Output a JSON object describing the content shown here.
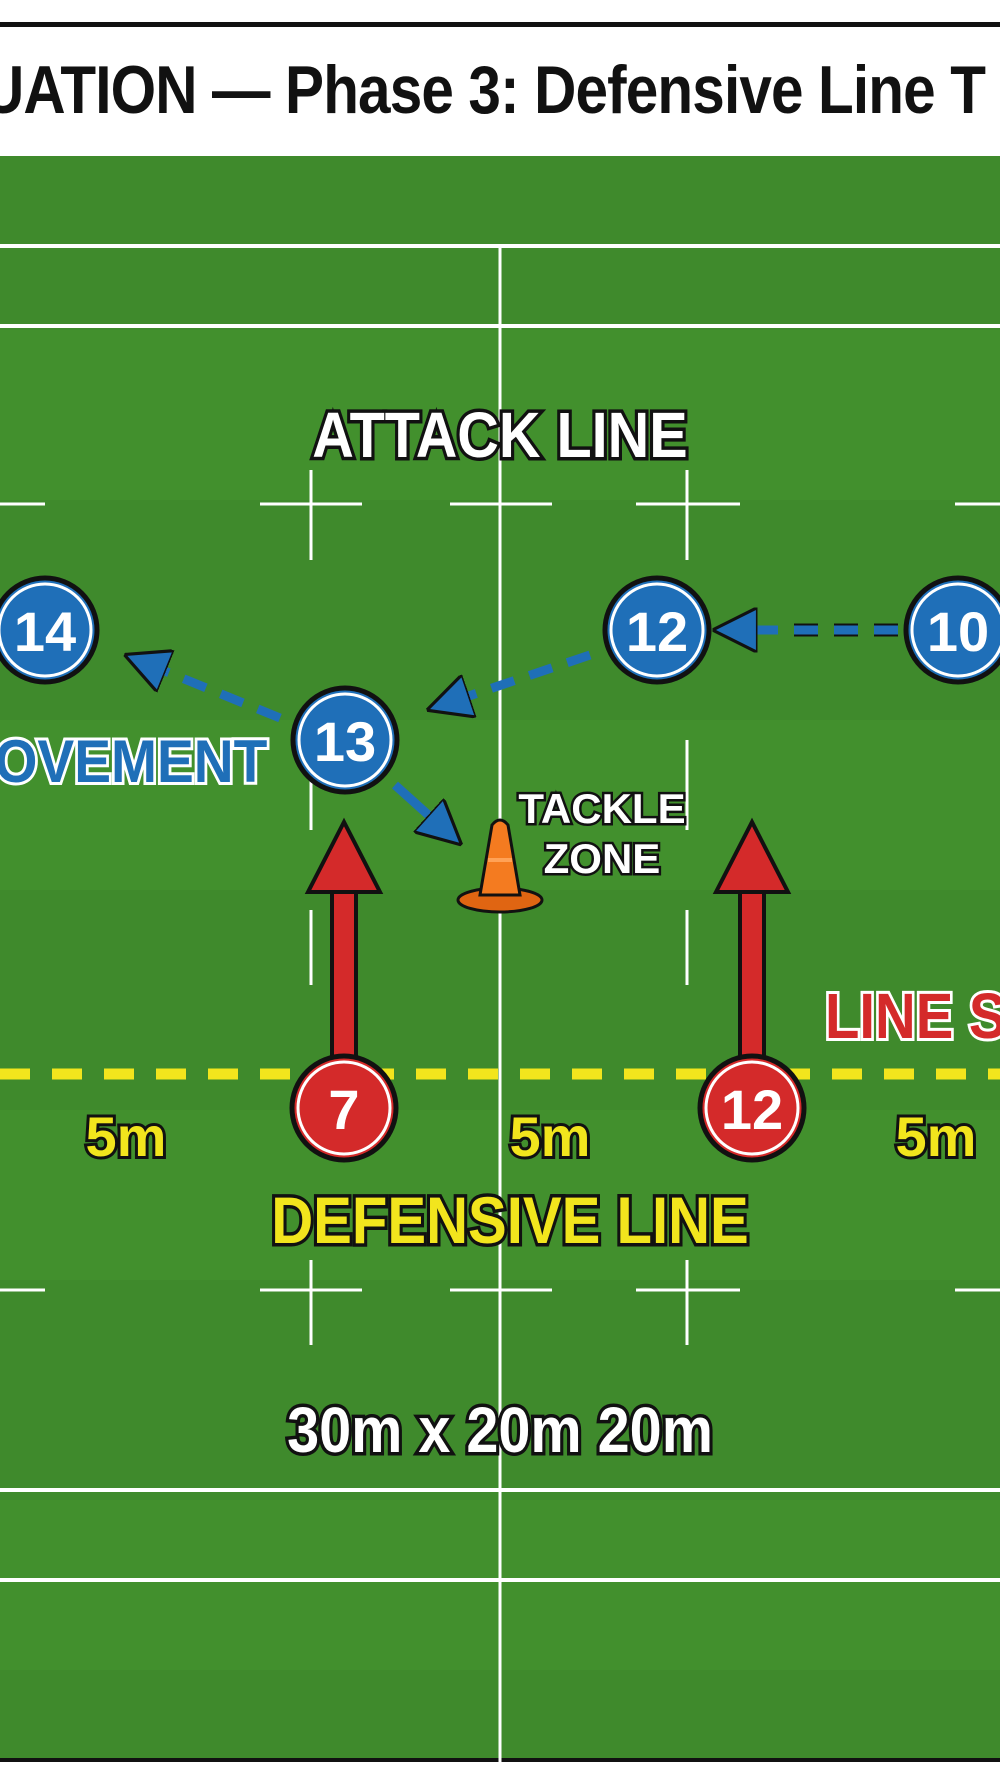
{
  "title": "UATION — Phase 3: Defensive Line T",
  "labels": {
    "attack_line": "ATTACK LINE",
    "movement": "OVEMENT",
    "tackle_zone_1": "TACKLE",
    "tackle_zone_2": "ZONE",
    "line_speed": "LINE S",
    "distance_left": "5m",
    "distance_center": "5m",
    "distance_right": "5m",
    "defensive_line": "DEFENSIVE LINE",
    "dimensions": "30m x 20m 20m"
  },
  "attackers": [
    {
      "id": "attacker-14",
      "number": "14"
    },
    {
      "id": "attacker-13",
      "number": "13"
    },
    {
      "id": "attacker-12",
      "number": "12"
    },
    {
      "id": "attacker-10",
      "number": "10"
    }
  ],
  "defenders": [
    {
      "id": "defender-7",
      "number": "7"
    },
    {
      "id": "defender-12",
      "number": "12"
    }
  ],
  "colors": {
    "pitch": "#3f8a2c",
    "pitch_stripe": "#46952f",
    "attacker": "#1f6fb8",
    "defender": "#d42a2a",
    "defensive_line": "#f2e51d",
    "cone": "#f47b20",
    "line_marking": "#ffffff"
  }
}
